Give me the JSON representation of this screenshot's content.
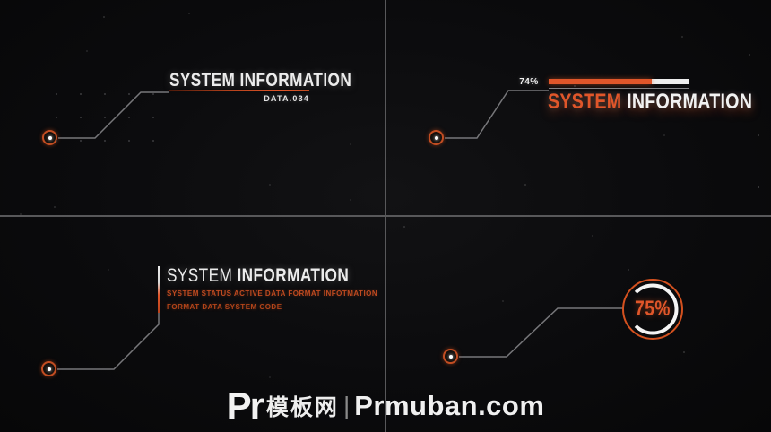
{
  "colors": {
    "background": "#0b0b0d",
    "accent_orange": "#e0562a",
    "accent_dark_orange": "#b8431c",
    "subtitle_orange": "#bf4a20",
    "white_text": "#f2f2f2",
    "divider_gray": "#58585a",
    "connector_gray": "#77777a"
  },
  "quadrants": {
    "top_left": {
      "title": "SYSTEM INFORMATION",
      "data_label": "DATA.034"
    },
    "top_right": {
      "percent_label": "74%",
      "percent": 74,
      "title_accent": "SYSTEM",
      "title_rest": " INFORMATION"
    },
    "bottom_left": {
      "title_light": "SYSTEM ",
      "title_bold": "INFORMATION",
      "subtitle_line1": "SYSTEM STATUS ACTIVE DATA FORMAT INFOTMATION",
      "subtitle_line2": "FORMAT DATA SYSTEM CODE"
    },
    "bottom_right": {
      "percent_label": "75%",
      "percent": 75
    }
  },
  "watermark": {
    "logo": "Pr",
    "site_cn": "模板网",
    "separator": "|",
    "site_en": "Prmuban.com"
  }
}
